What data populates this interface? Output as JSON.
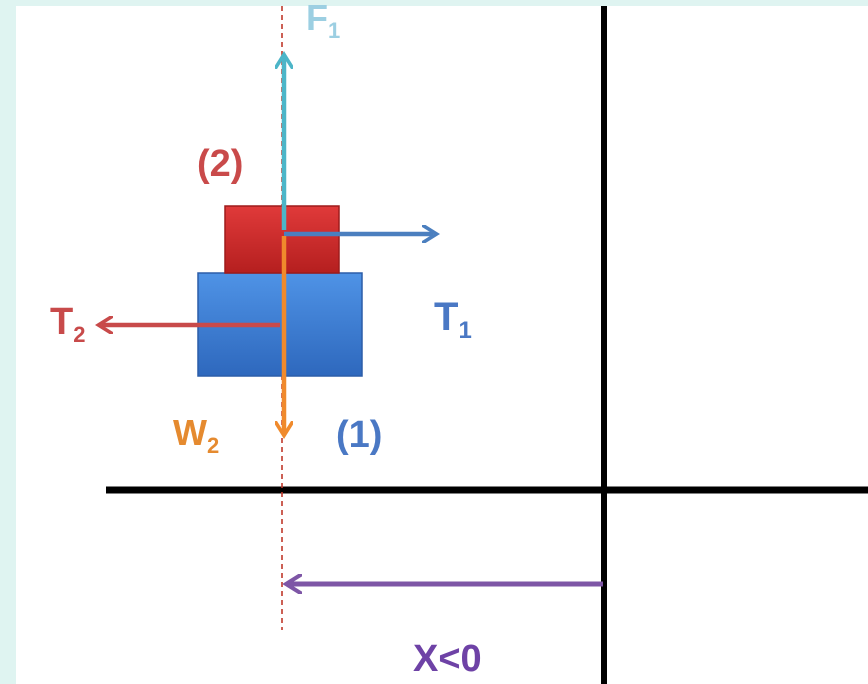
{
  "labels": {
    "f1_main": "F",
    "f1_sub": "1",
    "block_top": "(2)",
    "block_bottom": "(1)",
    "t1_main": "T",
    "t1_sub": "1",
    "t2_main": "T",
    "t2_sub": "2",
    "w2_main": "W",
    "w2_sub": "2",
    "x_condition": "X<0"
  },
  "colors": {
    "background": "#dff4f1",
    "panel": "#ffffff",
    "axes": "#000000",
    "dashed_line": "#c0392b",
    "block_top": "#cf2b2b",
    "block_bottom": "#3d7fd6",
    "label_block_top": "#c94a4a",
    "label_block_bottom": "#4a78c4",
    "f1_arrow": "#4cb5c8",
    "f1_label": "#9ccfe2",
    "t1_arrow": "#4b7fbf",
    "t1_label": "#4a78c4",
    "t2_arrow": "#c84a4a",
    "t2_label": "#c84a4a",
    "w2_arrow": "#f08a2c",
    "w2_label": "#e58a2f",
    "x_arrow": "#7e56a6",
    "x_label": "#6e42a6"
  }
}
